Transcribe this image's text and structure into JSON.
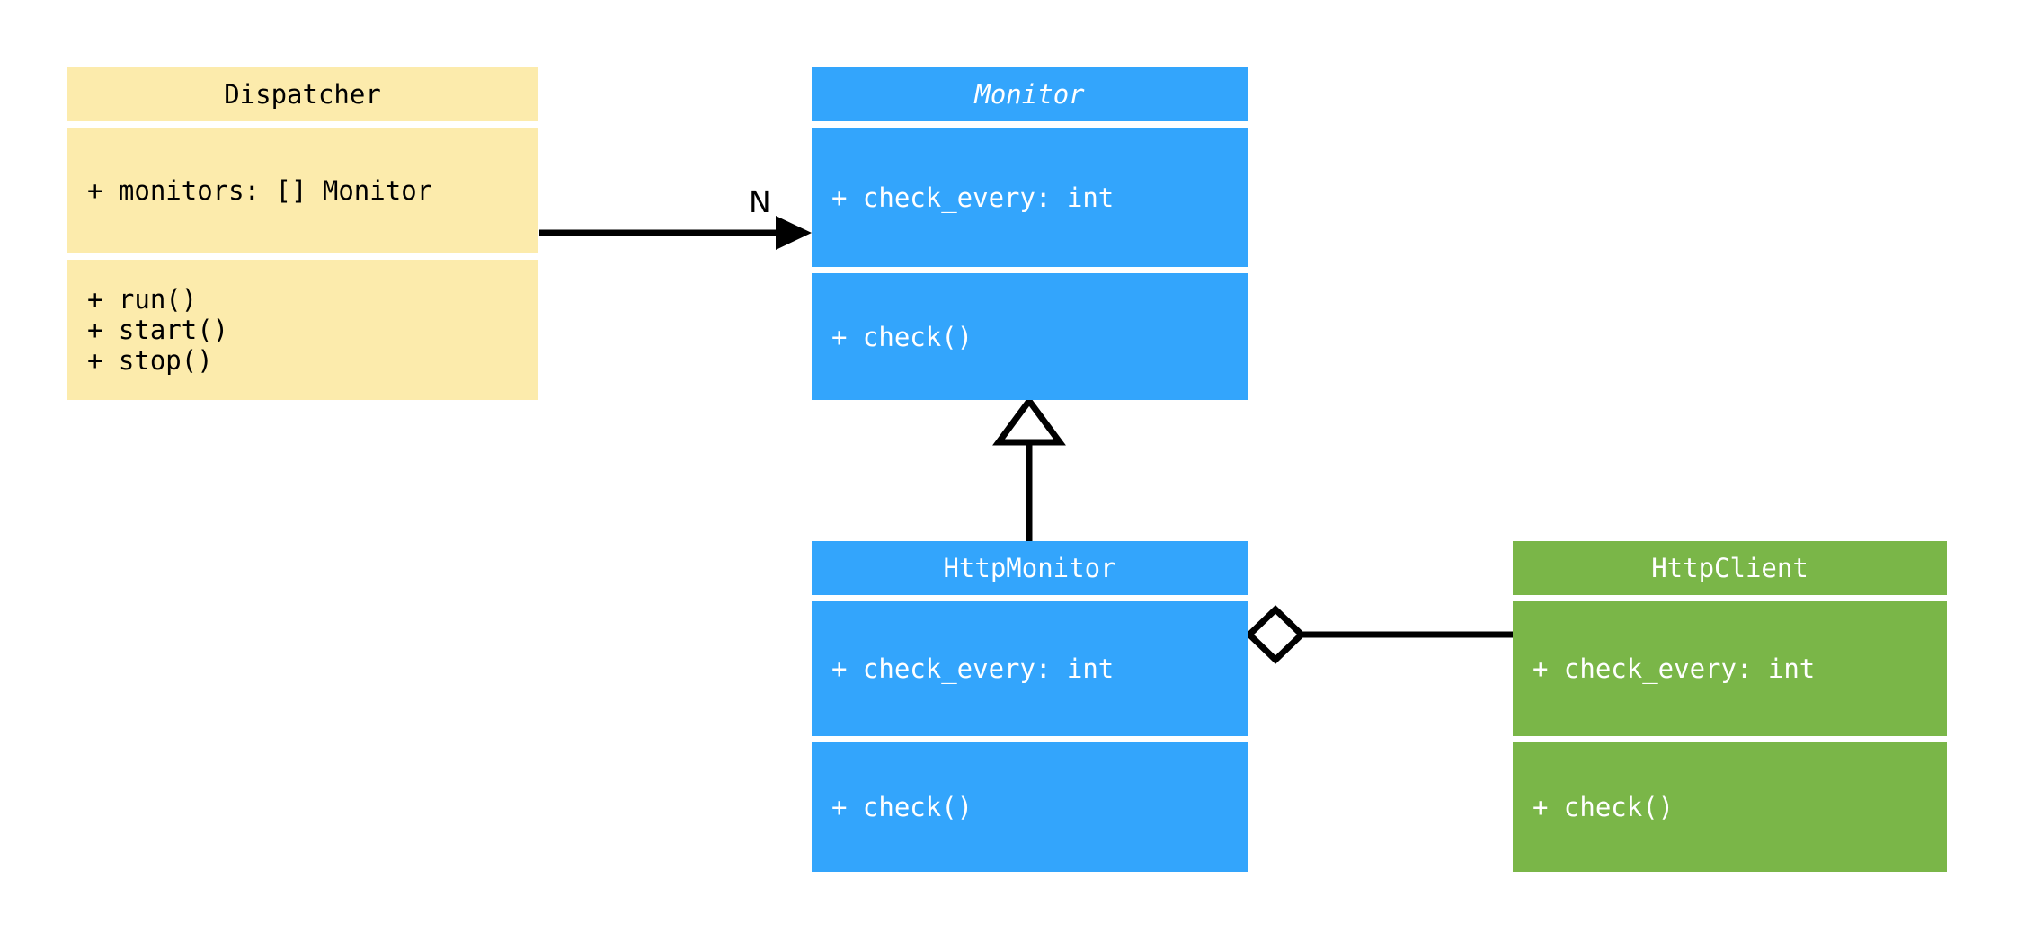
{
  "diagram": {
    "type": "uml-class-diagram",
    "background": "#ffffff",
    "classes": [
      {
        "id": "dispatcher",
        "name": "Dispatcher",
        "abstract": false,
        "color": "#fcebac",
        "text_color": "#000000",
        "attributes": [
          "+ monitors: [] Monitor"
        ],
        "methods": [
          "+ run()",
          "+ start()",
          "+ stop()"
        ]
      },
      {
        "id": "monitor",
        "name": "Monitor",
        "abstract": true,
        "color": "#33a5fc",
        "text_color": "#ffffff",
        "attributes": [
          "+ check_every: int"
        ],
        "methods": [
          "+ check()"
        ]
      },
      {
        "id": "httpmonitor",
        "name": "HttpMonitor",
        "abstract": false,
        "color": "#33a5fc",
        "text_color": "#ffffff",
        "attributes": [
          "+ check_every: int"
        ],
        "methods": [
          "+ check()"
        ]
      },
      {
        "id": "httpclient",
        "name": "HttpClient",
        "abstract": false,
        "color": "#7ab648",
        "text_color": "#ffffff",
        "attributes": [
          "+ check_every: int"
        ],
        "methods": [
          "+ check()"
        ]
      }
    ],
    "relationships": [
      {
        "id": "dispatcher-monitor",
        "kind": "association",
        "from": "Dispatcher",
        "to": "Monitor",
        "label": "N",
        "arrow": "filled-arrowhead"
      },
      {
        "id": "httpmonitor-monitor",
        "kind": "generalization",
        "from": "HttpMonitor",
        "to": "Monitor",
        "label": "",
        "arrow": "hollow-triangle"
      },
      {
        "id": "httpmonitor-httpclient",
        "kind": "aggregation",
        "from": "HttpMonitor",
        "to": "HttpClient",
        "label": "",
        "arrow": "hollow-diamond"
      }
    ]
  },
  "dispatcher": {
    "title": "Dispatcher",
    "attributes_text": "+ monitors: [] Monitor",
    "methods_text": "+ run()\n+ start()\n+ stop()"
  },
  "monitor": {
    "title": "Monitor",
    "attributes_text": "+ check_every: int",
    "methods_text": "+ check()"
  },
  "httpmonitor": {
    "title": "HttpMonitor",
    "attributes_text": "+ check_every: int",
    "methods_text": "+ check()"
  },
  "httpclient": {
    "title": "HttpClient",
    "attributes_text": "+ check_every: int",
    "methods_text": "+ check()"
  },
  "edges": {
    "multiplicity_n": "N"
  }
}
